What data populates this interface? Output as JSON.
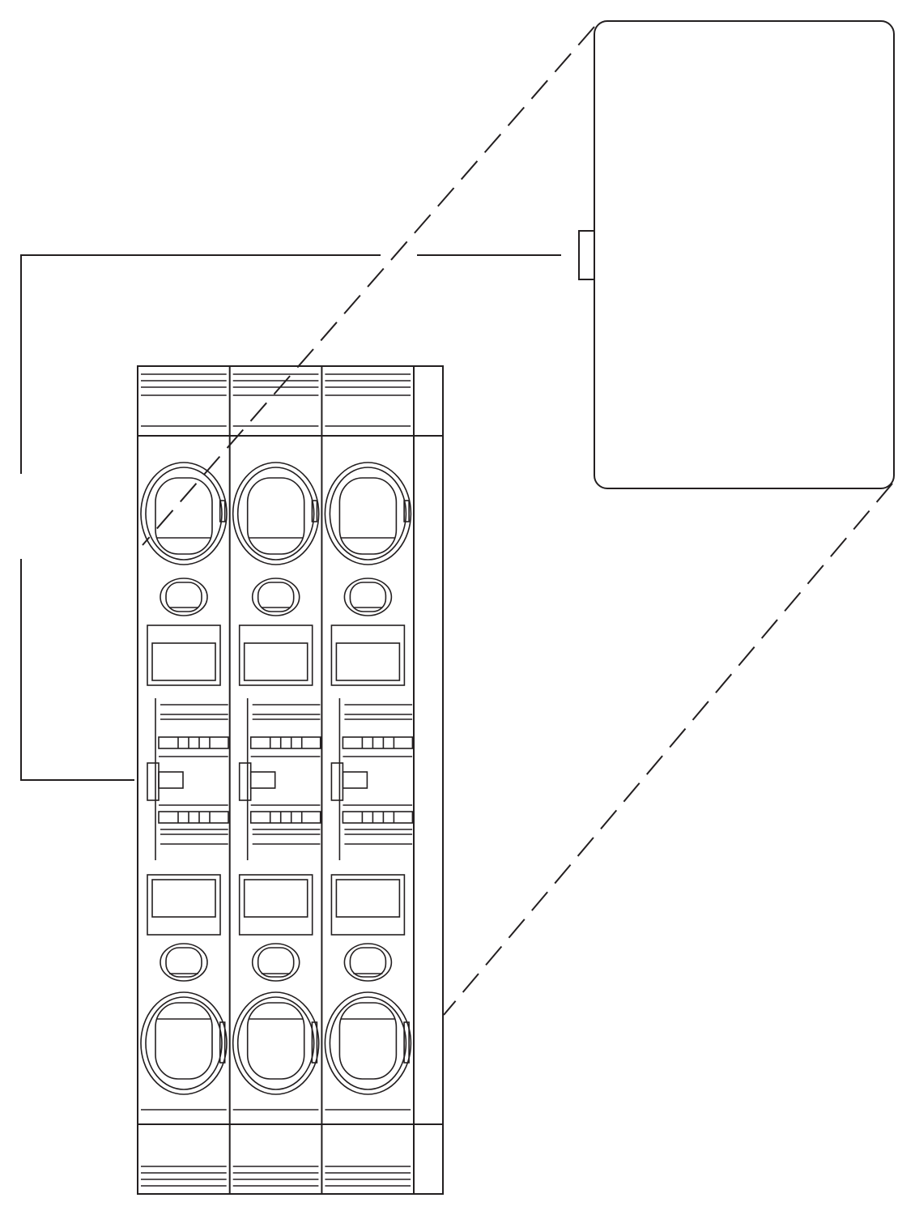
{
  "drawing": {
    "type": "terminal-block-marker-detail",
    "module_count": 3,
    "line_color": "#231f20",
    "background": "#ffffff",
    "callout_style": "dashed",
    "leader_style": "solid",
    "marker_label_text": ""
  }
}
